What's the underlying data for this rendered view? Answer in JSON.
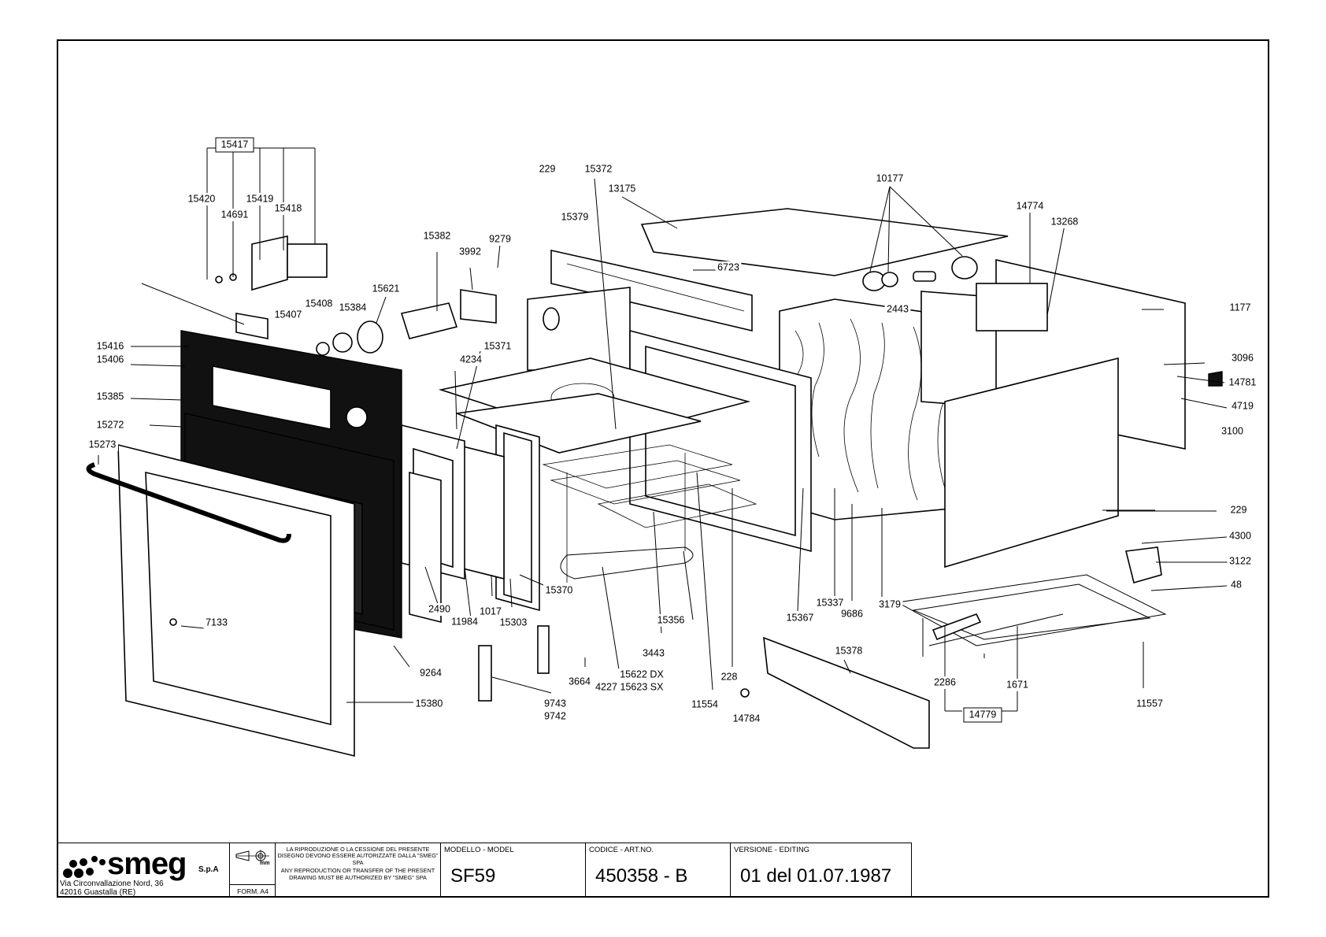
{
  "labels": [
    {
      "t": "15417",
      "boxed": true
    },
    {
      "t": "15420"
    },
    {
      "t": "15419"
    },
    {
      "t": "15418"
    },
    {
      "t": "14691"
    },
    {
      "t": "15382"
    },
    {
      "t": "3992"
    },
    {
      "t": "9279"
    },
    {
      "t": "15621"
    },
    {
      "t": "15408"
    },
    {
      "t": "15384"
    },
    {
      "t": "15407"
    },
    {
      "t": "229"
    },
    {
      "t": "15372"
    },
    {
      "t": "13175"
    },
    {
      "t": "15379"
    },
    {
      "t": "6723"
    },
    {
      "t": "10177"
    },
    {
      "t": "2443"
    },
    {
      "t": "14774"
    },
    {
      "t": "13268"
    },
    {
      "t": "1177"
    },
    {
      "t": "3096"
    },
    {
      "t": "14781"
    },
    {
      "t": "4719"
    },
    {
      "t": "3100"
    },
    {
      "t": "229"
    },
    {
      "t": "4300"
    },
    {
      "t": "3122"
    },
    {
      "t": "48"
    },
    {
      "t": "15416"
    },
    {
      "t": "15406"
    },
    {
      "t": "15385"
    },
    {
      "t": "15272"
    },
    {
      "t": "15273"
    },
    {
      "t": "15371"
    },
    {
      "t": "4234"
    },
    {
      "t": "15370"
    },
    {
      "t": "2490"
    },
    {
      "t": "11984"
    },
    {
      "t": "1017"
    },
    {
      "t": "15303"
    },
    {
      "t": "7133"
    },
    {
      "t": "9264"
    },
    {
      "t": "15380"
    },
    {
      "t": "9743"
    },
    {
      "t": "9742"
    },
    {
      "t": "3664"
    },
    {
      "t": "4227"
    },
    {
      "t": "15622 DX"
    },
    {
      "t": "15623 SX"
    },
    {
      "t": "3443"
    },
    {
      "t": "15356"
    },
    {
      "t": "11554"
    },
    {
      "t": "228"
    },
    {
      "t": "14784"
    },
    {
      "t": "15378"
    },
    {
      "t": "15367"
    },
    {
      "t": "15337"
    },
    {
      "t": "9686"
    },
    {
      "t": "3179"
    },
    {
      "t": "2286"
    },
    {
      "t": "1671"
    },
    {
      "t": "11557"
    },
    {
      "t": "14779",
      "boxed": true
    }
  ],
  "title_block": {
    "company": "smeg",
    "company_suffix": "S.p.A",
    "address_line1": "Via Circonvallazione Nord, 36",
    "address_line2": "42016 Guastalla (RE)",
    "form": "FORM. A4",
    "unit": "mm",
    "notice_it": "LA RIPRODUZIONE O LA CESSIONE DEL PRESENTE DISEGNO DEVONO ESSERE AUTORIZZATE DALLA \"SMEG\" SPA",
    "notice_en": "ANY REPRODUCTION OR TRANSFER OF THE PRESENT DRAWING MUST BE AUTHORIZED BY \"SMEG\" SPA",
    "model_caption": "MODELLO - MODEL",
    "model": "SF59",
    "code_caption": "CODICE - ART.NO.",
    "code": "450358 - B",
    "version_caption": "VERSIONE - EDITING",
    "version": "01 del 01.07.1987"
  }
}
